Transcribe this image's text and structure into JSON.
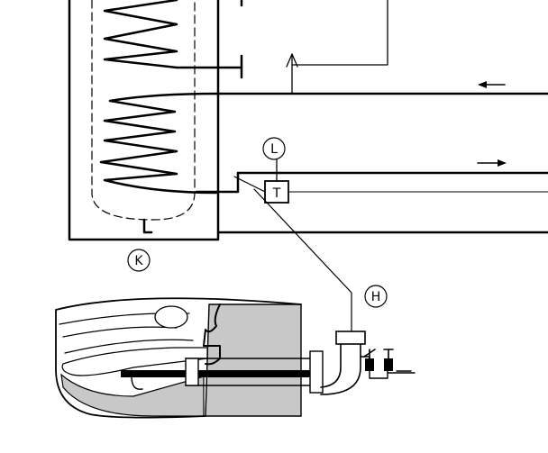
{
  "labels": {
    "tank": "K",
    "thermostat_callout": "L",
    "thermostat_symbol": "T",
    "heater_callout": "H"
  },
  "colors": {
    "line": "#000000",
    "shade": "#c8c8c8",
    "background": "#ffffff"
  },
  "icons": [
    "arrow-left-icon",
    "arrow-right-icon",
    "arrow-up-icon",
    "valve-icon"
  ]
}
